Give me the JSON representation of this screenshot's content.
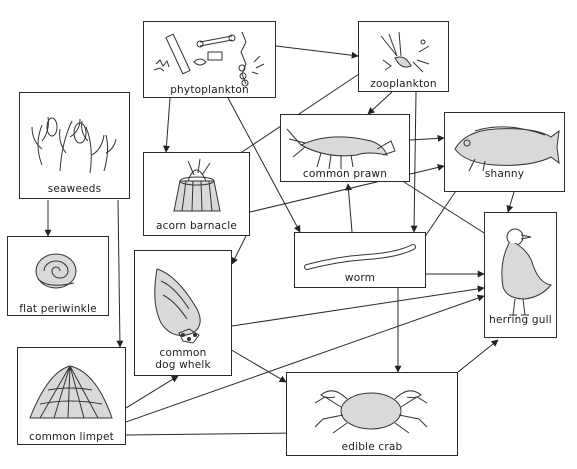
{
  "nodes": {
    "phytoplankton": "phytoplankton",
    "zooplankton": "zooplankton",
    "seaweeds": "seaweeds",
    "common_prawn": "common prawn",
    "shanny": "shanny",
    "acorn_barnacle": "acorn barnacle",
    "worm": "worm",
    "herring_gull": "herring gull",
    "flat_periwinkle": "flat periwinkle",
    "common_dog_whelk_line1": "common",
    "common_dog_whelk_line2": "dog whelk",
    "common_limpet": "common limpet",
    "edible_crab": "edible crab"
  },
  "edges": [
    [
      "phytoplankton",
      "zooplankton"
    ],
    [
      "phytoplankton",
      "acorn barnacle"
    ],
    [
      "phytoplankton",
      "worm"
    ],
    [
      "zooplankton",
      "common prawn"
    ],
    [
      "zooplankton",
      "acorn barnacle"
    ],
    [
      "zooplankton",
      "worm"
    ],
    [
      "seaweeds",
      "flat periwinkle"
    ],
    [
      "seaweeds",
      "common limpet"
    ],
    [
      "common prawn",
      "shanny"
    ],
    [
      "common prawn",
      "herring gull"
    ],
    [
      "worm",
      "common prawn"
    ],
    [
      "worm",
      "shanny"
    ],
    [
      "worm",
      "herring gull"
    ],
    [
      "worm",
      "edible crab"
    ],
    [
      "acorn barnacle",
      "shanny"
    ],
    [
      "acorn barnacle",
      "common dog whelk"
    ],
    [
      "shanny",
      "herring gull"
    ],
    [
      "common dog whelk",
      "herring gull"
    ],
    [
      "common dog whelk",
      "edible crab"
    ],
    [
      "common limpet",
      "common dog whelk"
    ],
    [
      "common limpet",
      "herring gull"
    ],
    [
      "common limpet",
      "edible crab"
    ],
    [
      "edible crab",
      "herring gull"
    ]
  ]
}
